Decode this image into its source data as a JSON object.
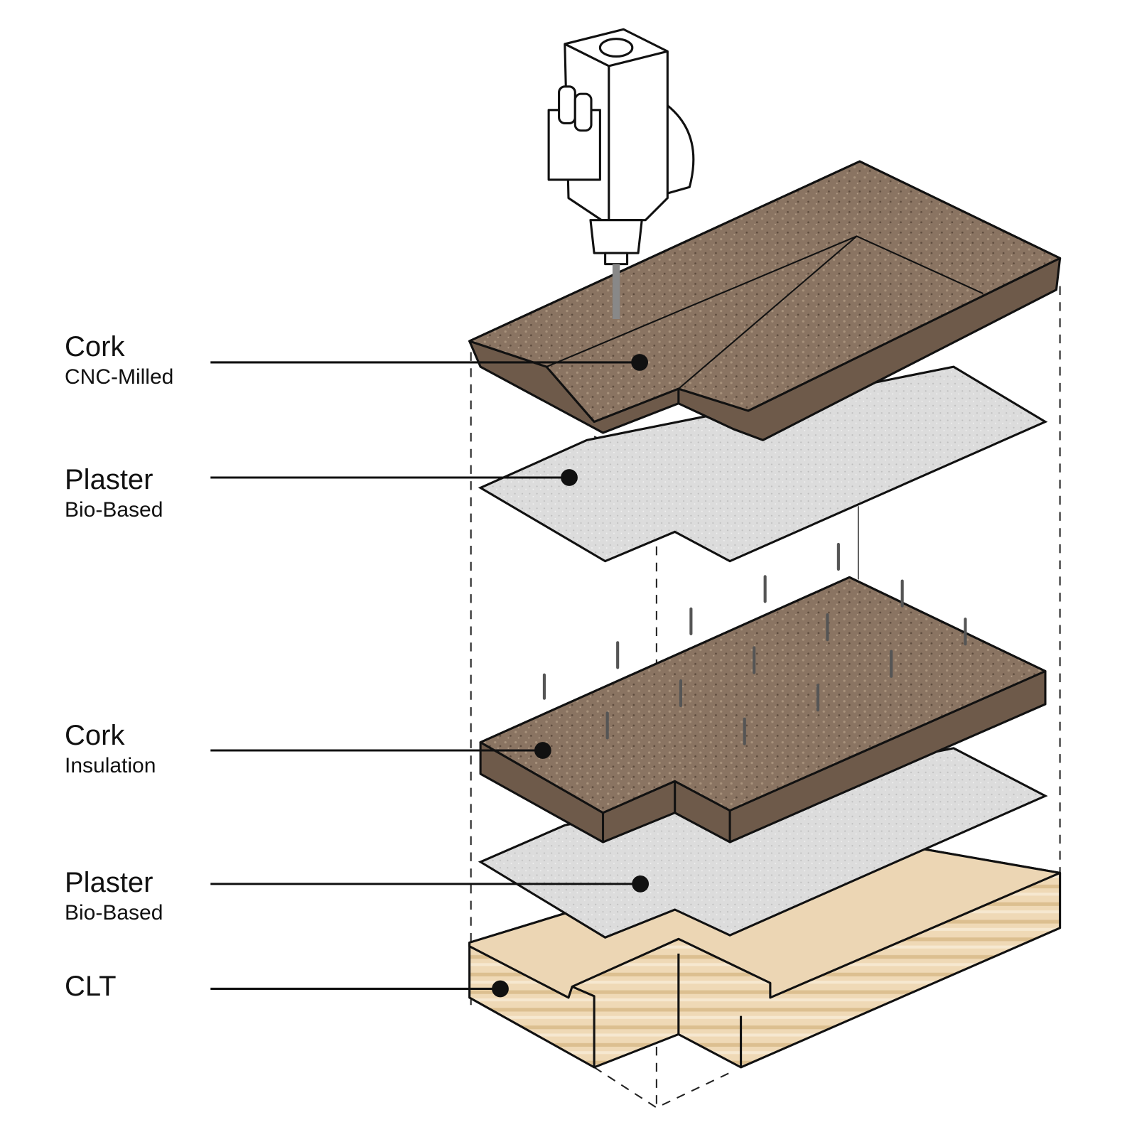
{
  "labels": [
    {
      "title": "Cork",
      "subtitle": "CNC-Milled"
    },
    {
      "title": "Plaster",
      "subtitle": "Bio-Based"
    },
    {
      "title": "Cork",
      "subtitle": "Insulation"
    },
    {
      "title": "Plaster",
      "subtitle": "Bio-Based"
    },
    {
      "title": "CLT",
      "subtitle": ""
    }
  ],
  "colors": {
    "cork_top": "#8a7462",
    "cork_side": "#6e5a4a",
    "plaster": "#d9d9d9",
    "clt_top": "#ecd6b4",
    "clt_side": "#e6c99c",
    "line": "#111111"
  }
}
